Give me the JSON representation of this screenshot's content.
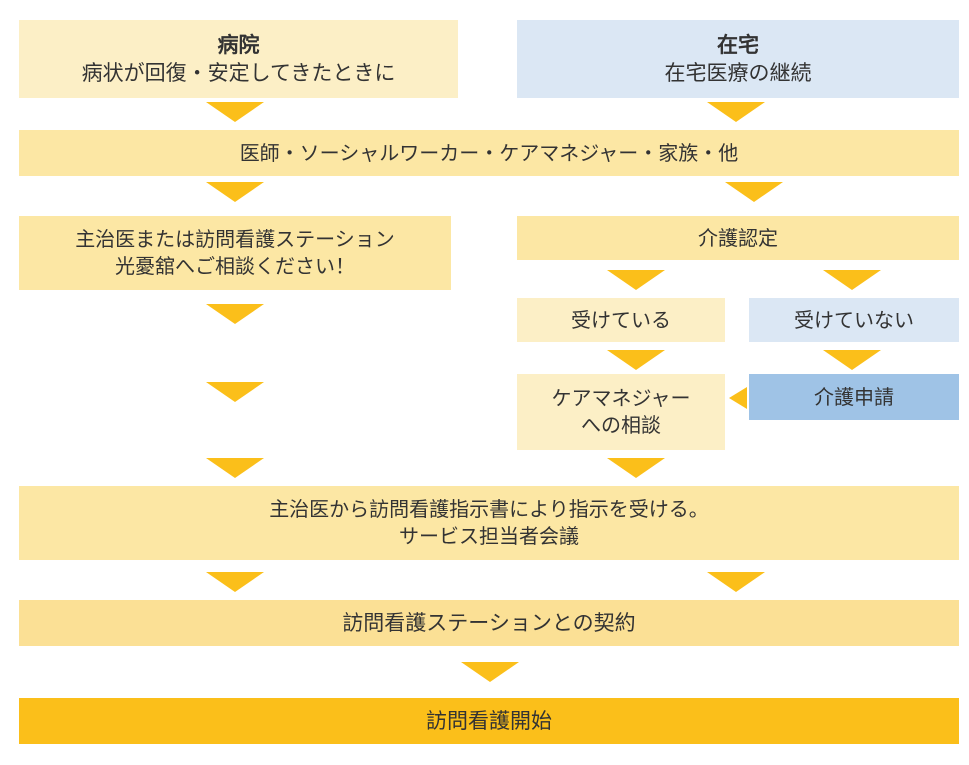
{
  "hospital": {
    "title": "病院",
    "subtitle": "病状が回復・安定してきたときに"
  },
  "home": {
    "title": "在宅",
    "subtitle": "在宅医療の継続"
  },
  "contacts": "医師・ソーシャルワーカー・ケアマネジャー・家族・他",
  "consult": {
    "line1": "主治医または訪問看護ステーション",
    "line2": "光憂舘へご相談ください！"
  },
  "care_cert": "介護認定",
  "received": "受けている",
  "not_received": "受けていない",
  "care_manager": {
    "line1": "ケアマネジャー",
    "line2": "への相談"
  },
  "care_apply": "介護申請",
  "instruction": {
    "line1": "主治医から訪問看護指示書により指示を受ける。",
    "line2": "サービス担当者会議"
  },
  "contract": "訪問看護ステーションとの契約",
  "start": "訪問看護開始",
  "colors": {
    "yellow_light": "#fcefc6",
    "yellow_mid": "#fce7a4",
    "yellow_deep": "#fbbf1a",
    "blue_light": "#dbe7f4",
    "blue_mid": "#9fc3e6"
  }
}
